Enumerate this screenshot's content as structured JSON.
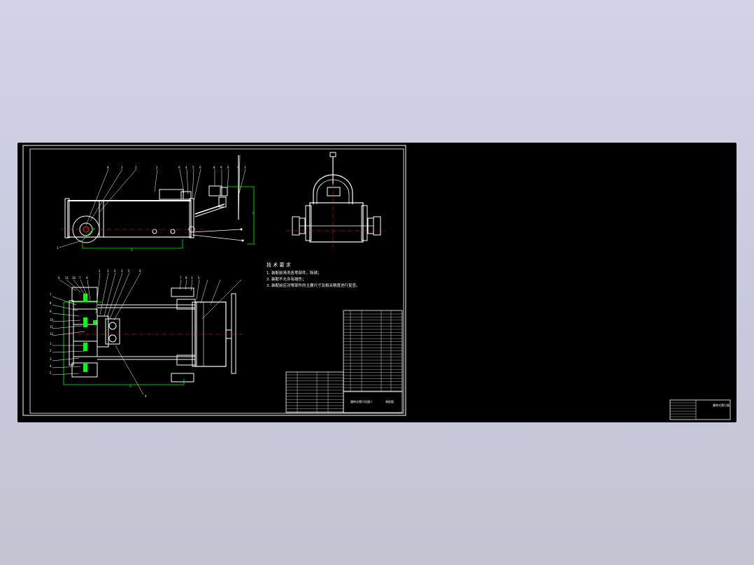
{
  "palette": {
    "background": "#000000",
    "line": "#ffffff",
    "dimension": "#00ff00",
    "centerline": "#ff2020",
    "page_gradient_top": "#d2d2e8",
    "page_gradient_bottom": "#c4c4d2"
  },
  "drawing": {
    "notes": {
      "title": "技 术 要 求",
      "items": [
        "1. 装配前清洗各零部件，除锈；",
        "2. 装配不允许有碰伤；",
        "3. 装配前应对零部件的主要尺寸及相关精度进行复查。"
      ]
    },
    "balloons_top": [
      "8",
      "3",
      "2",
      "2",
      "6",
      "4",
      "5",
      "6",
      "8",
      "9",
      "6",
      "4",
      "3"
    ],
    "balloons_bottom": [
      "6",
      "11",
      "10",
      "7",
      "9",
      "2",
      "3",
      "2",
      "3",
      "5",
      "6",
      "7",
      "8",
      "3",
      "5"
    ],
    "balloons_left": [
      "7",
      "8",
      "9",
      "10",
      "11",
      "12",
      "1",
      "2",
      "3",
      "4",
      "5"
    ],
    "balloon_lower_single": "4",
    "balloon_top_single": "1",
    "title_block": {
      "main": "履带式爬行机器人",
      "sub": "装配图",
      "right_sheet": "履带式爬行器"
    }
  }
}
